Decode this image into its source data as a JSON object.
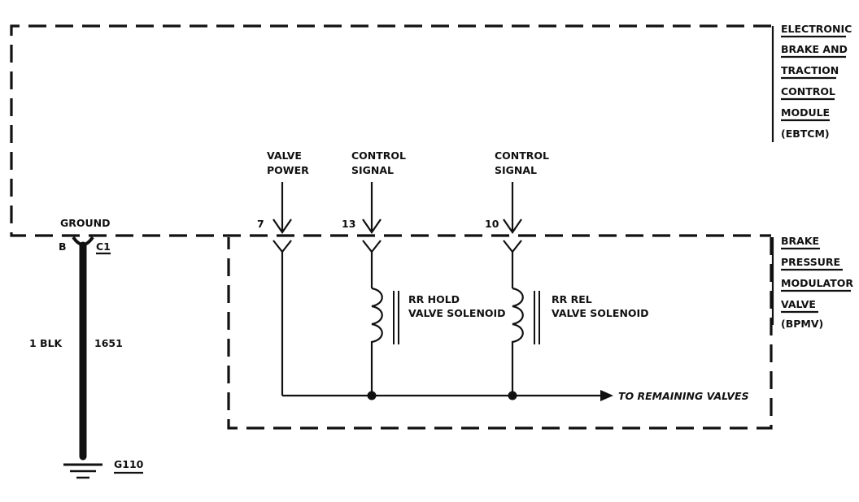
{
  "modules": {
    "ebtcm": {
      "lines": [
        "ELECTRONIC",
        "BRAKE AND",
        "TRACTION",
        "CONTROL",
        "MODULE",
        "(EBTCM)"
      ]
    },
    "bpmv": {
      "lines": [
        "BRAKE",
        "PRESSURE",
        "MODULATOR",
        "VALVE",
        "(BPMV)"
      ]
    }
  },
  "ground_connector": {
    "label": "GROUND",
    "cavity": "B",
    "connector": "C1"
  },
  "wire": {
    "gauge_color": "1 BLK",
    "circuit": "1651"
  },
  "ground_point": "G110",
  "pins": [
    {
      "number": "7",
      "label_lines": [
        "VALVE",
        "POWER"
      ]
    },
    {
      "number": "13",
      "label_lines": [
        "CONTROL",
        "SIGNAL"
      ]
    },
    {
      "number": "10",
      "label_lines": [
        "CONTROL",
        "SIGNAL"
      ]
    }
  ],
  "solenoids": [
    {
      "lines": [
        "RR HOLD",
        "VALVE SOLENOID"
      ]
    },
    {
      "lines": [
        "RR REL",
        "VALVE SOLENOID"
      ]
    }
  ],
  "remaining_label": "TO REMAINING VALVES"
}
